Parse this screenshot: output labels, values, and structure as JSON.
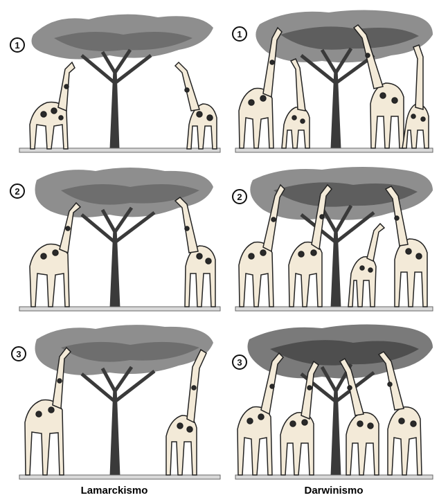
{
  "columns": [
    {
      "caption": "Lamarckismo",
      "rows": [
        "1",
        "2",
        "3"
      ]
    },
    {
      "caption": "Darwinismo",
      "rows": [
        "1",
        "2",
        "3"
      ]
    }
  ],
  "colors": {
    "canopy": "#8e8e8e",
    "canopy_dark": "#5e5e5e",
    "trunk": "#3a3a3a",
    "ground": "#d9d9d9",
    "giraffe_body": "#f3ead8",
    "giraffe_spot": "#2a2a2a"
  }
}
